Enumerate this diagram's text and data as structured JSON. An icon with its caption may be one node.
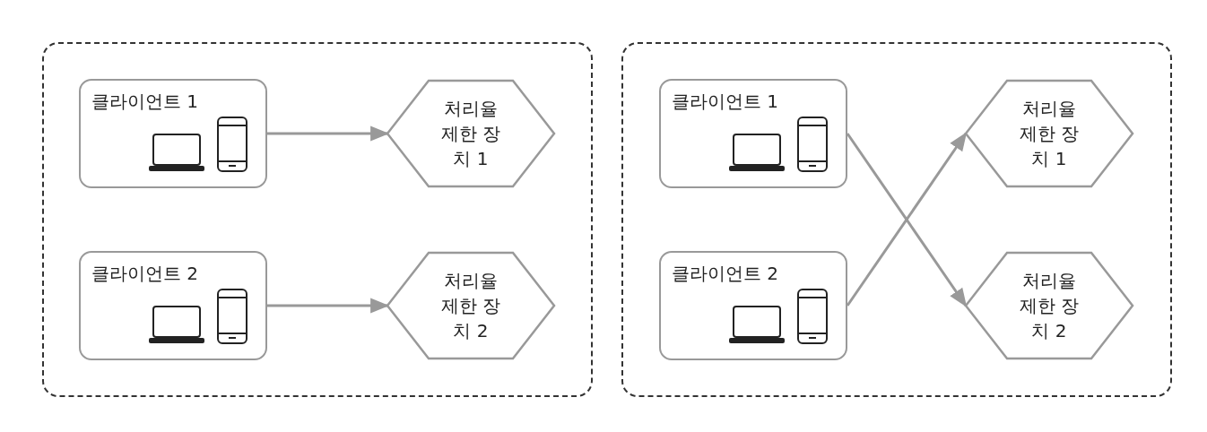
{
  "diagram": {
    "nodes": [
      {
        "text": [],
        "shape": "box"
      },
      {
        "text": [
          "클라이언트 1"
        ],
        "in": 0
      },
      {
        "text": [
          "처리율 제한 장치 1"
        ],
        "in": 0
      },
      {
        "text": [
          "클라이언트 2"
        ],
        "in": 0
      },
      {
        "text": [
          "처리율 제한 장치 2"
        ],
        "in": 0
      },
      {
        "text": [],
        "shape": "box"
      },
      {
        "text": [
          "클라이언트 1"
        ],
        "in": 5
      },
      {
        "text": [
          "처리율 제한 장치 1"
        ],
        "in": 5
      },
      {
        "text": [
          "클라이언트 2"
        ],
        "in": 5
      },
      {
        "text": [
          "처리율 제한 장치 2"
        ],
        "in": 5
      }
    ],
    "edges": [
      {
        "from": 1,
        "to": 2,
        "arrow": "to"
      },
      {
        "from": 3,
        "to": 4,
        "arrow": "to"
      },
      {
        "from": 6,
        "to": 9,
        "arrow": "to"
      },
      {
        "from": 8,
        "to": 7,
        "arrow": "to"
      }
    ]
  }
}
